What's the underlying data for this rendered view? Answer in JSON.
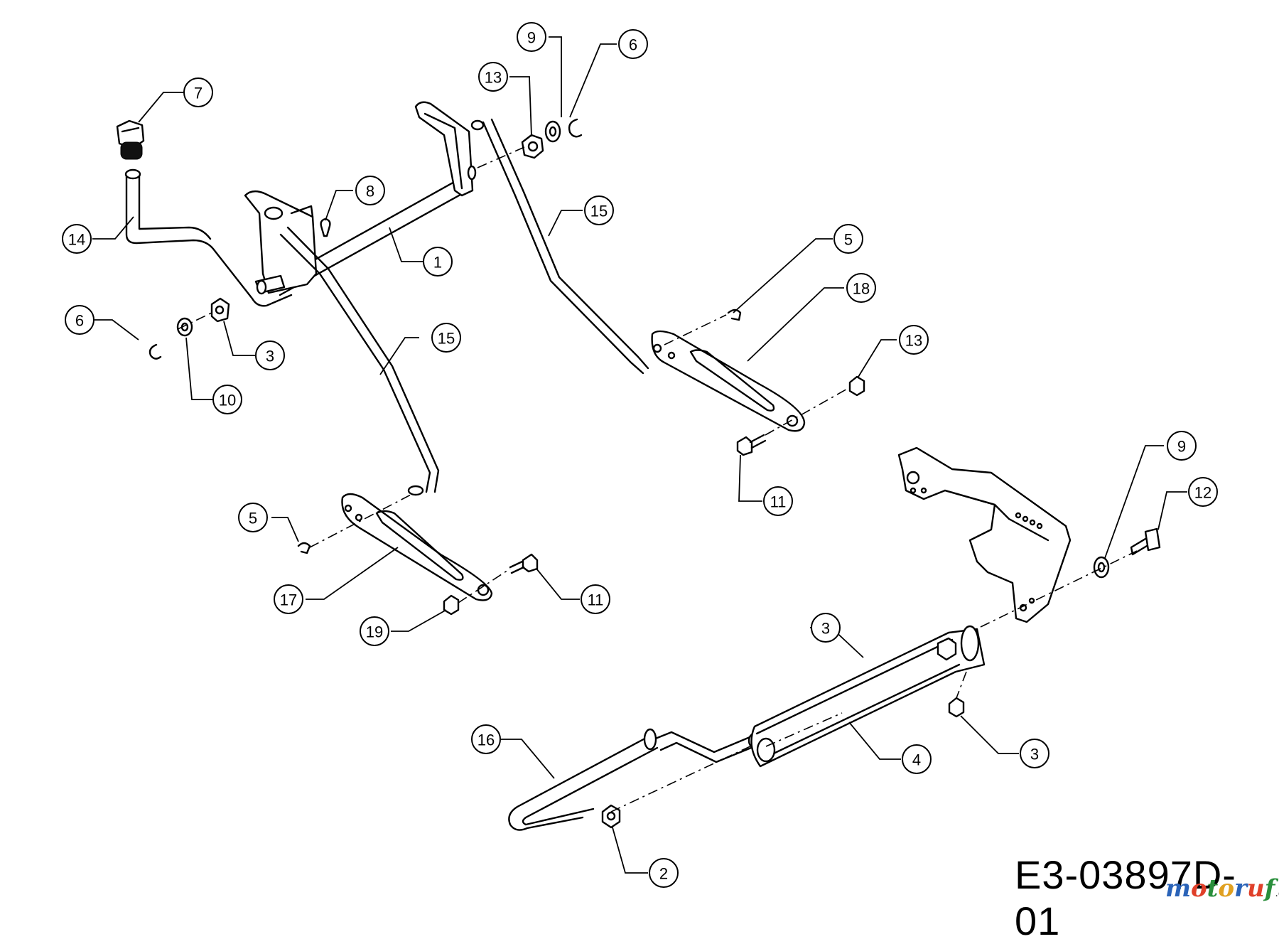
{
  "drawing_code": "E3-03897D-01",
  "watermark": {
    "text": "motoruf",
    "tld": ".de"
  },
  "callouts": [
    "7",
    "9",
    "6",
    "13",
    "8",
    "15",
    "14",
    "1",
    "5",
    "18",
    "6",
    "13",
    "3",
    "15",
    "9",
    "10",
    "11",
    "12",
    "5",
    "17",
    "11",
    "3",
    "19",
    "16",
    "4",
    "3",
    "2"
  ]
}
